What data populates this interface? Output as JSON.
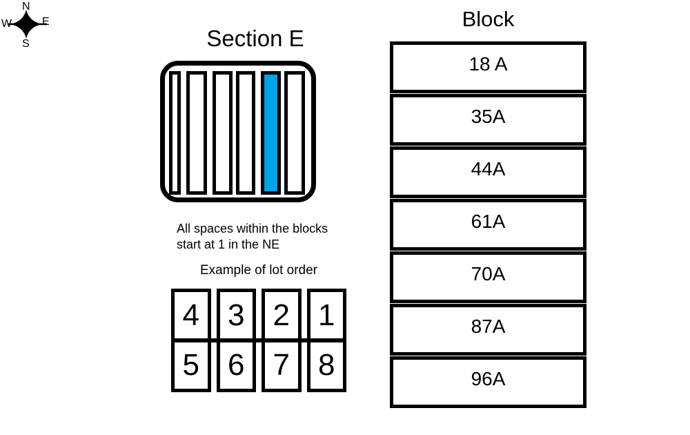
{
  "canvas": {
    "background": "#FFFFFF",
    "ink": "#000000"
  },
  "compass": {
    "north": "N",
    "west": "W",
    "east": "E",
    "south": "S"
  },
  "section_map": {
    "title": "Section E",
    "bar_count": 6,
    "highlighted_bar_index": 4,
    "highlight_color": "#00A2E8"
  },
  "note": {
    "line1": "All spaces within the blocks",
    "line2": "start at 1 in the NE"
  },
  "lot_order": {
    "title": "Example of lot order",
    "rows": [
      [
        "4",
        "3",
        "2",
        "1"
      ],
      [
        "5",
        "6",
        "7",
        "8"
      ]
    ]
  },
  "block_list": {
    "title": "Block",
    "blocks": [
      "18 A",
      "35A",
      "44A",
      "61A",
      "70A",
      "87A",
      "96A"
    ]
  }
}
